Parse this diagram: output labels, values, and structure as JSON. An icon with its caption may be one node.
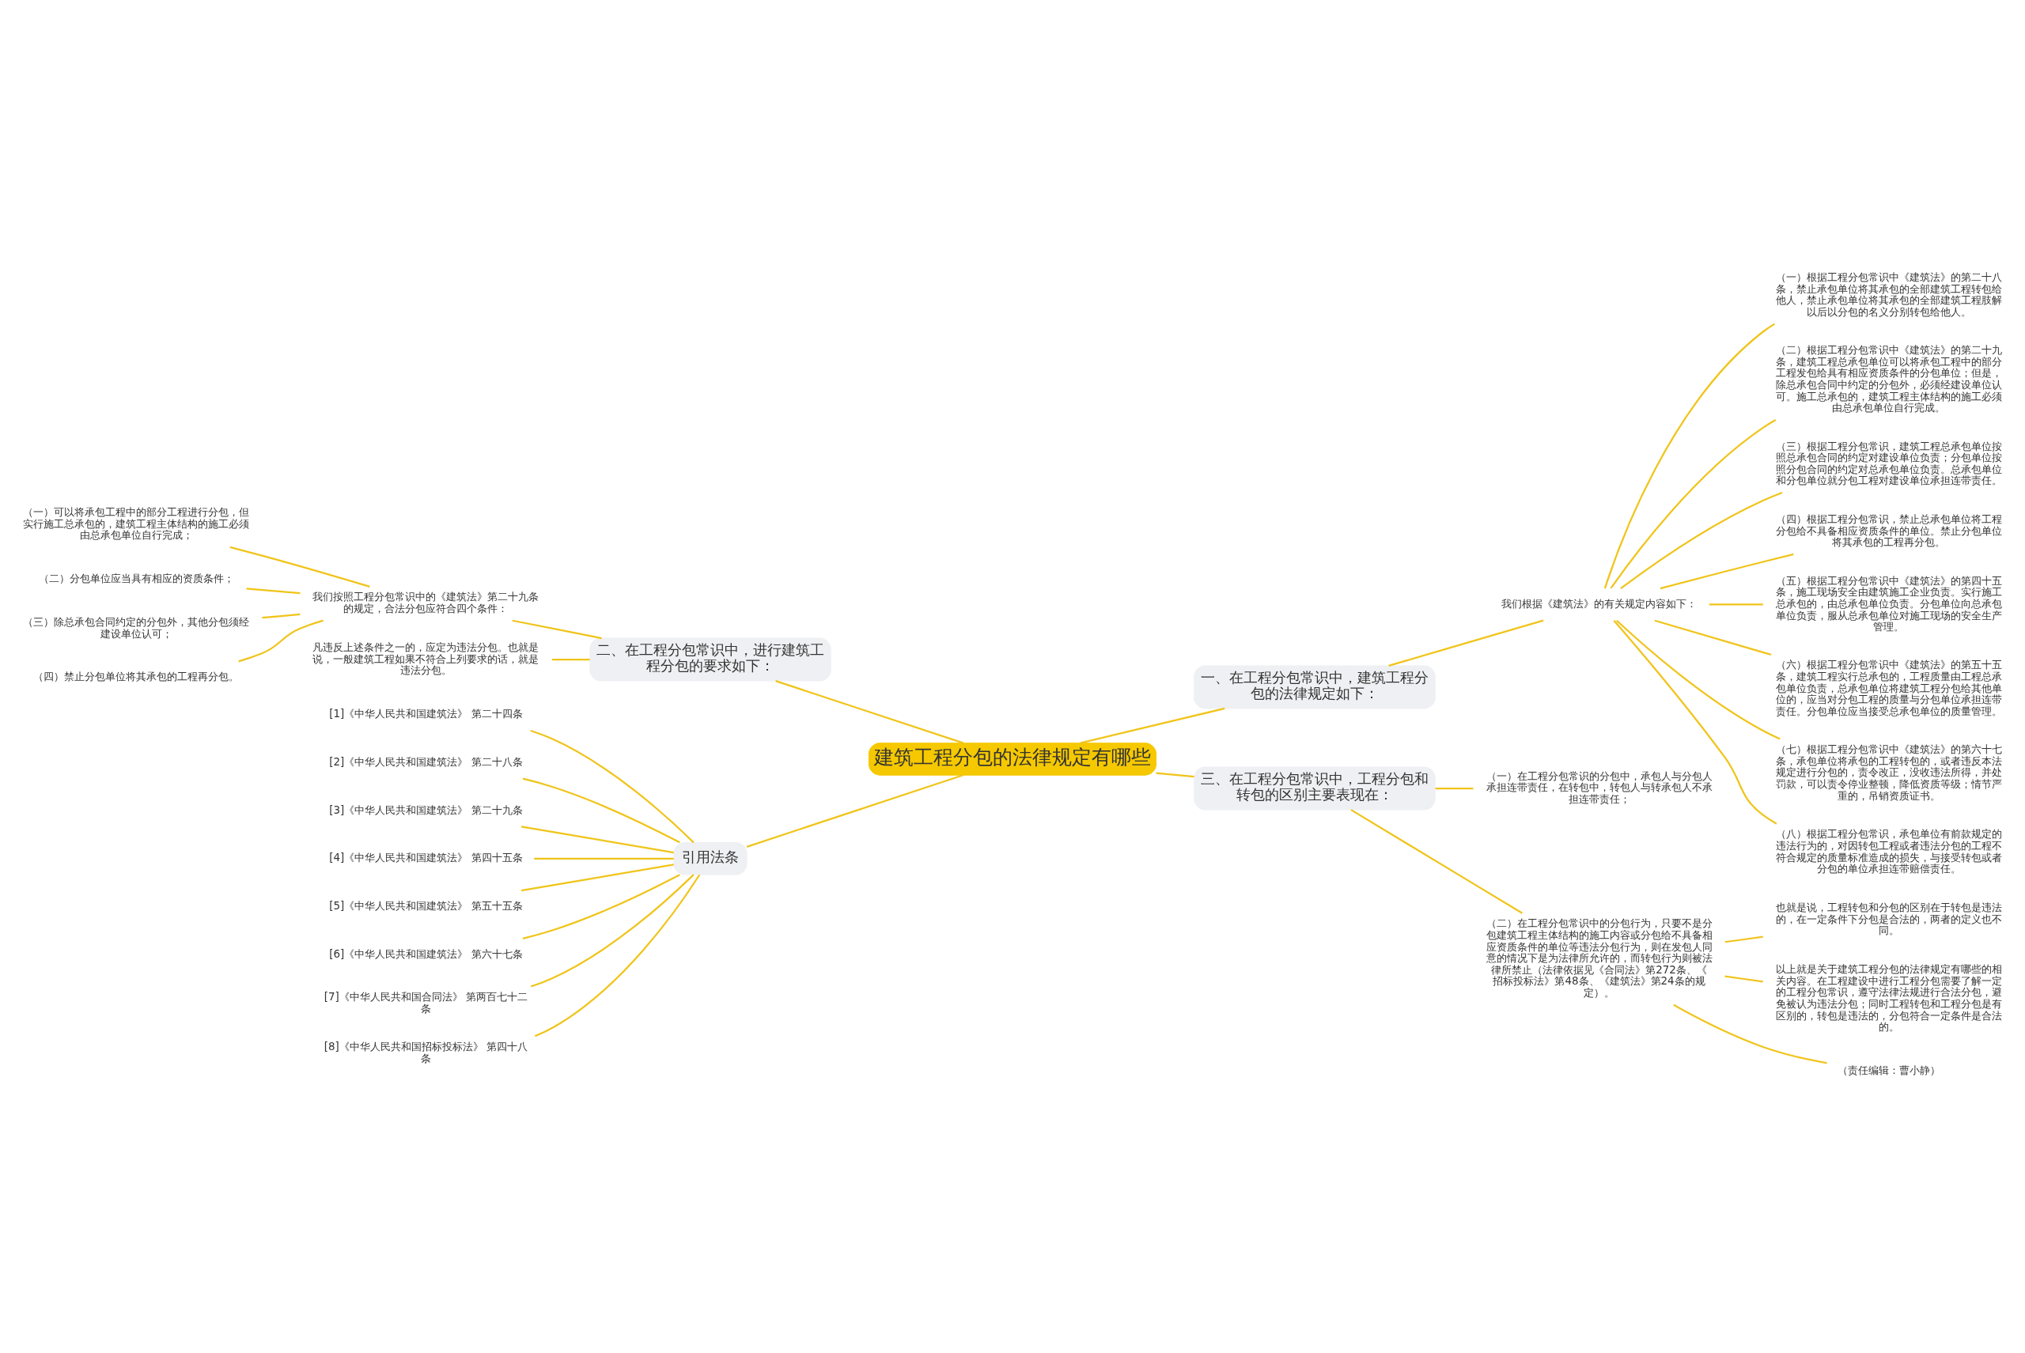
{
  "diagram": {
    "nodes": [
      {
        "text": [
          "建筑工程分包的法律规定有哪些"
        ]
      },
      {
        "text": [
          "一、在工程分包常识中，建筑工程分包的法律规定如下："
        ]
      },
      {
        "text": [
          "我们根据《建筑法》的有关规定内容如下："
        ]
      },
      {
        "text": [
          "（一）根据工程分包常识中《建筑法》的第二十八条，禁止承包单位将其承包的全部建筑工程转包给他人，禁止承包单位将其承包的全部建筑工程肢解以后以分包的名义分别转包给他人。"
        ]
      },
      {
        "text": [
          "（二）根据工程分包常识中《建筑法》的第二十九条，建筑工程总承包单位可以将承包工程中的部分工程发包给具有相应资质条件的分包单位；但是，除总承包合同中约定的分包外，必须经建设单位认可。施工总承包的，建筑工程主体结构的施工必须由总承包单位自行完成。"
        ]
      },
      {
        "text": [
          "（三）根据工程分包常识，建筑工程总承包单位按照总承包合同的约定对建设单位负责；分包单位按照分包合同的约定对总承包单位负责。总承包单位和分包单位就分包工程对建设单位承担连带责任。"
        ]
      },
      {
        "text": [
          "（四）根据工程分包常识，禁止总承包单位将工程分包给不具备相应资质条件的单位。禁止分包单位将其承包的工程再分包。"
        ]
      },
      {
        "text": [
          "（五）根据工程分包常识中《建筑法》的第四十五条，施工现场安全由建筑施工企业负责。实行施工总承包的，由总承包单位负责。分包单位向总承包单位负责，服从总承包单位对施工现场的安全生产管理。"
        ]
      },
      {
        "text": [
          "（六）根据工程分包常识中《建筑法》的第五十五条，建筑工程实行总承包的，工程质量由工程总承包单位负责，总承包单位将建筑工程分包给其他单位的，应当对分包工程的质量与分包单位承担连带责任。分包单位应当接受总承包单位的质量管理。"
        ]
      },
      {
        "text": [
          "（七）根据工程分包常识中《建筑法》的第六十七条，承包单位将承包的工程转包的，或者违反本法规定进行分包的，责令改正，没收违法所得，并处罚款，可以责令停业整顿，降低资质等级；情节严重的，吊销资质证书。"
        ]
      },
      {
        "text": [
          "（八）根据工程分包常识，承包单位有前款规定的违法行为的，对因转包工程或者违法分包的工程不符合规定的质量标准造成的损失，与接受转包或者分包的单位承担连带赔偿责任。"
        ]
      },
      {
        "text": [
          "三、在工程分包常识中，工程分包和转包的区别主要表现在："
        ]
      },
      {
        "text": [
          "（一）在工程分包常识的分包中，承包人与分包人承担连带责任，在转包中，转包人与转承包人不承担连带责任；"
        ]
      },
      {
        "text": [
          "（二）在工程分包常识中的分包行为，只要不是分包建筑工程主体结构的施工内容或分包给不具备相应资质条件的单位等违法分包行为，则在发包人同意的情况下是为法律所允许的，而转包行为则被法律所禁止（法律依据见《合同法》第272条、《招标投标法》第48条、《建筑法》第24条的规定）。"
        ]
      },
      {
        "text": [
          "也就是说，工程转包和分包的区别在于转包是违法的，在一定条件下分包是合法的，两者的定义也不同。"
        ]
      },
      {
        "text": [
          "以上就是关于建筑工程分包的法律规定有哪些的相关内容。在工程建设中进行工程分包需要了解一定的工程分包常识，遵守法律法规进行合法分包，避免被认为违法分包；同时工程转包和工程分包是有区别的，转包是违法的，分包符合一定条件是合法的。"
        ]
      },
      {
        "text": [
          "（责任编辑：曹小静）"
        ]
      },
      {
        "text": [
          "二、在工程分包常识中，进行建筑工程分包的要求如下："
        ]
      },
      {
        "text": [
          "我们按照工程分包常识中的《建筑法》第二十九条的规定，合法分包应符合四个条件："
        ]
      },
      {
        "text": [
          "（一）可以将承包工程中的部分工程进行分包，但实行施工总承包的，建筑工程主体结构的施工必须由总承包单位自行完成；"
        ]
      },
      {
        "text": [
          "（二）分包单位应当具有相应的资质条件；"
        ]
      },
      {
        "text": [
          "（三）除总承包合同约定的分包外，其他分包须经建设单位认可；"
        ]
      },
      {
        "text": [
          "（四）禁止分包单位将其承包的工程再分包。"
        ]
      },
      {
        "text": [
          "凡违反上述条件之一的，应定为违法分包。也就是说，一般建筑工程如果不符合上列要求的话，就是违法分包。"
        ]
      },
      {
        "text": [
          "引用法条"
        ]
      },
      {
        "text": [
          "[1]《中华人民共和国建筑法》 第二十四条"
        ]
      },
      {
        "text": [
          "[2]《中华人民共和国建筑法》 第二十八条"
        ]
      },
      {
        "text": [
          "[3]《中华人民共和国建筑法》 第二十九条"
        ]
      },
      {
        "text": [
          "[4]《中华人民共和国建筑法》 第四十五条"
        ]
      },
      {
        "text": [
          "[5]《中华人民共和国建筑法》 第五十五条"
        ]
      },
      {
        "text": [
          "[6]《中华人民共和国建筑法》 第六十七条"
        ]
      },
      {
        "text": [
          "[7]《中华人民共和国合同法》 第两百七十二条"
        ]
      },
      {
        "text": [
          "[8]《中华人民共和国招标投标法》 第四十八条"
        ]
      }
    ],
    "edges": [
      {
        "from": 0,
        "to": 1,
        "arrow": "none"
      },
      {
        "from": 1,
        "to": 2,
        "arrow": "none"
      },
      {
        "from": 2,
        "to": 3,
        "arrow": "none"
      },
      {
        "from": 2,
        "to": 4,
        "arrow": "none"
      },
      {
        "from": 2,
        "to": 5,
        "arrow": "none"
      },
      {
        "from": 2,
        "to": 6,
        "arrow": "none"
      },
      {
        "from": 2,
        "to": 7,
        "arrow": "none"
      },
      {
        "from": 2,
        "to": 8,
        "arrow": "none"
      },
      {
        "from": 2,
        "to": 9,
        "arrow": "none"
      },
      {
        "from": 2,
        "to": 10,
        "arrow": "none"
      },
      {
        "from": 0,
        "to": 11,
        "arrow": "none"
      },
      {
        "from": 11,
        "to": 12,
        "arrow": "none"
      },
      {
        "from": 11,
        "to": 13,
        "arrow": "none"
      },
      {
        "from": 13,
        "to": 14,
        "arrow": "none"
      },
      {
        "from": 13,
        "to": 15,
        "arrow": "none"
      },
      {
        "from": 13,
        "to": 16,
        "arrow": "none"
      },
      {
        "from": 17,
        "to": 0,
        "arrow": "none"
      },
      {
        "from": 18,
        "to": 17,
        "arrow": "none"
      },
      {
        "from": 19,
        "to": 18,
        "arrow": "none"
      },
      {
        "from": 20,
        "to": 18,
        "arrow": "none"
      },
      {
        "from": 21,
        "to": 18,
        "arrow": "none"
      },
      {
        "from": 22,
        "to": 18,
        "arrow": "none"
      },
      {
        "from": 23,
        "to": 17,
        "arrow": "none"
      },
      {
        "from": 24,
        "to": 0,
        "arrow": "none"
      },
      {
        "from": 25,
        "to": 24,
        "arrow": "none"
      },
      {
        "from": 26,
        "to": 24,
        "arrow": "none"
      },
      {
        "from": 27,
        "to": 24,
        "arrow": "none"
      },
      {
        "from": 28,
        "to": 24,
        "arrow": "none"
      },
      {
        "from": 29,
        "to": 24,
        "arrow": "none"
      },
      {
        "from": 30,
        "to": 24,
        "arrow": "none"
      },
      {
        "from": 31,
        "to": 24,
        "arrow": "none"
      },
      {
        "from": 32,
        "to": 24,
        "arrow": "none"
      }
    ]
  }
}
